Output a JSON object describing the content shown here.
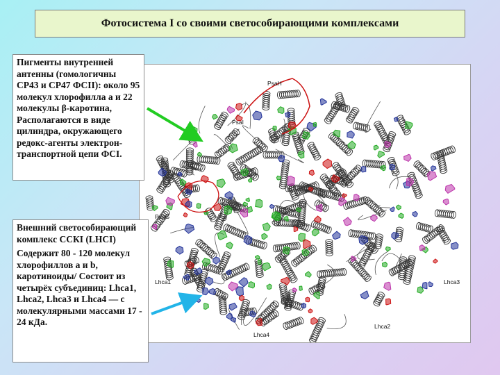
{
  "title": "Фотосистема I со своими светособирающими комплексами",
  "inner_antenna_text": "Пигменты внутренней антенны (гомологичны CP43 и CP47 ФСII): около 95 молекул хлорофилла a и 22 молекулы β-каротина, Располагаются в виде цилиндра, окружающего редокс-агенты электрон-транспортной цепи ФСI.",
  "outer_complex": {
    "heading": "Внешний светособирающий комплекс ССКI (LHCI)",
    "body": "Содержит 80 - 120 молекул хлорофиллов a и b, каротиноиды/ Состоит из четырёх субъединиц: Lhca1, Lhca2, Lhca3 и Lhca4 — с молекулярными массами 17 - 24 кДа."
  },
  "figure_labels": {
    "psah": "PsaH",
    "psai": "PsaI",
    "psag": "PsaG",
    "lhca1": "Lhca1",
    "lhca3": "Lhca3",
    "lhca4": "Lhca4",
    "lhca2": "Lhca2"
  },
  "colors": {
    "title_bg": "#e9f6cc",
    "arrow_green": "#22cc22",
    "arrow_cyan": "#22b4e8",
    "helix": "#333333",
    "pigment_green": "#22aa22",
    "pigment_red": "#cc1111",
    "pigment_blue": "#223399",
    "pigment_magenta": "#bb33aa"
  }
}
